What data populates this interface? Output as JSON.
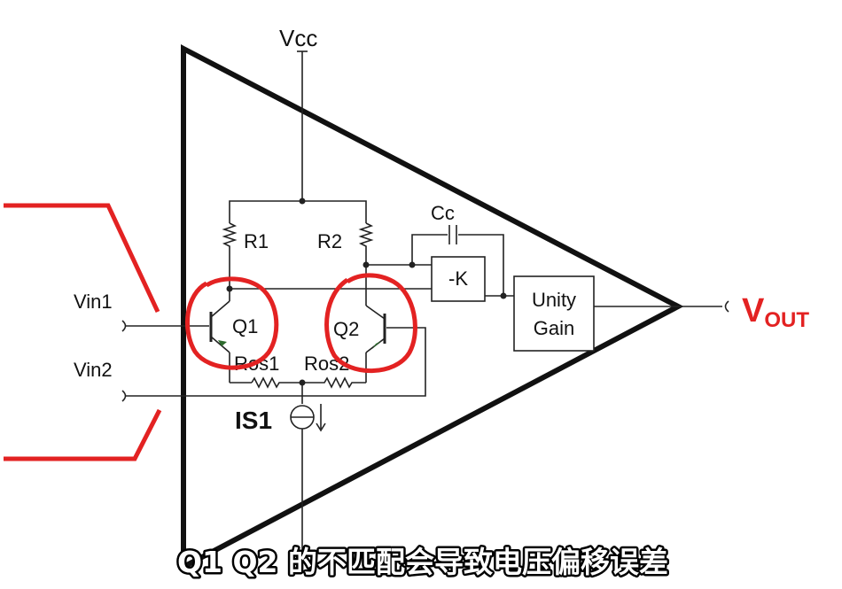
{
  "diagram": {
    "supply_label": "Vcc",
    "input_labels": {
      "vin1": "Vin1",
      "vin2": "Vin2"
    },
    "output_label": {
      "main": "V",
      "sub": "OUT"
    },
    "resistors": {
      "r1": "R1",
      "r2": "R2",
      "ros1": "Ros1",
      "ros2": "Ros2"
    },
    "transistors": {
      "q1": "Q1",
      "q2": "Q2"
    },
    "capacitor": "Cc",
    "gain_block": "-K",
    "unity_gain": {
      "line1": "Unity",
      "line2": "Gain"
    },
    "current_source": "IS1"
  },
  "caption": "Q1 Q2 的不匹配会导致电压偏移误差",
  "colors": {
    "highlight": "#e32222",
    "line": "#222222",
    "caption_fill": "#ffffff",
    "caption_stroke": "#000000"
  }
}
